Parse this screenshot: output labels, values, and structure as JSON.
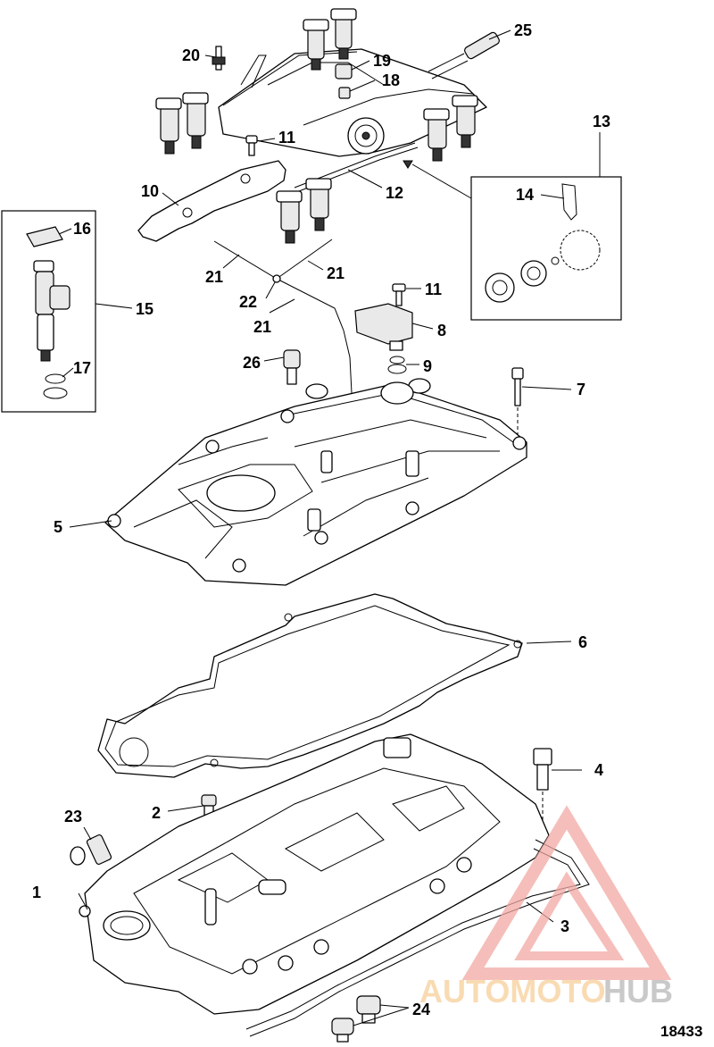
{
  "figure_number": "18433",
  "callouts": [
    {
      "id": "c1",
      "label": "1"
    },
    {
      "id": "c2",
      "label": "2"
    },
    {
      "id": "c3",
      "label": "3"
    },
    {
      "id": "c4",
      "label": "4"
    },
    {
      "id": "c5",
      "label": "5"
    },
    {
      "id": "c6",
      "label": "6"
    },
    {
      "id": "c7",
      "label": "7"
    },
    {
      "id": "c8",
      "label": "8"
    },
    {
      "id": "c9",
      "label": "9"
    },
    {
      "id": "c10",
      "label": "10"
    },
    {
      "id": "c11a",
      "label": "11"
    },
    {
      "id": "c11b",
      "label": "11"
    },
    {
      "id": "c12",
      "label": "12"
    },
    {
      "id": "c13",
      "label": "13"
    },
    {
      "id": "c14",
      "label": "14"
    },
    {
      "id": "c15",
      "label": "15"
    },
    {
      "id": "c16",
      "label": "16"
    },
    {
      "id": "c17",
      "label": "17"
    },
    {
      "id": "c18",
      "label": "18"
    },
    {
      "id": "c19",
      "label": "19"
    },
    {
      "id": "c20",
      "label": "20"
    },
    {
      "id": "c21a",
      "label": "21"
    },
    {
      "id": "c21b",
      "label": "21"
    },
    {
      "id": "c21c",
      "label": "21"
    },
    {
      "id": "c22",
      "label": "22"
    },
    {
      "id": "c23",
      "label": "23"
    },
    {
      "id": "c24",
      "label": "24"
    },
    {
      "id": "c25",
      "label": "25"
    },
    {
      "id": "c26",
      "label": "26"
    }
  ],
  "watermark": {
    "text_part1": "AUTOMOTO",
    "text_part2": "HUB",
    "color_primary": "#f2a9a4",
    "color_secondary": "#f7cf9a",
    "color_tertiary": "#b8b8b8"
  }
}
